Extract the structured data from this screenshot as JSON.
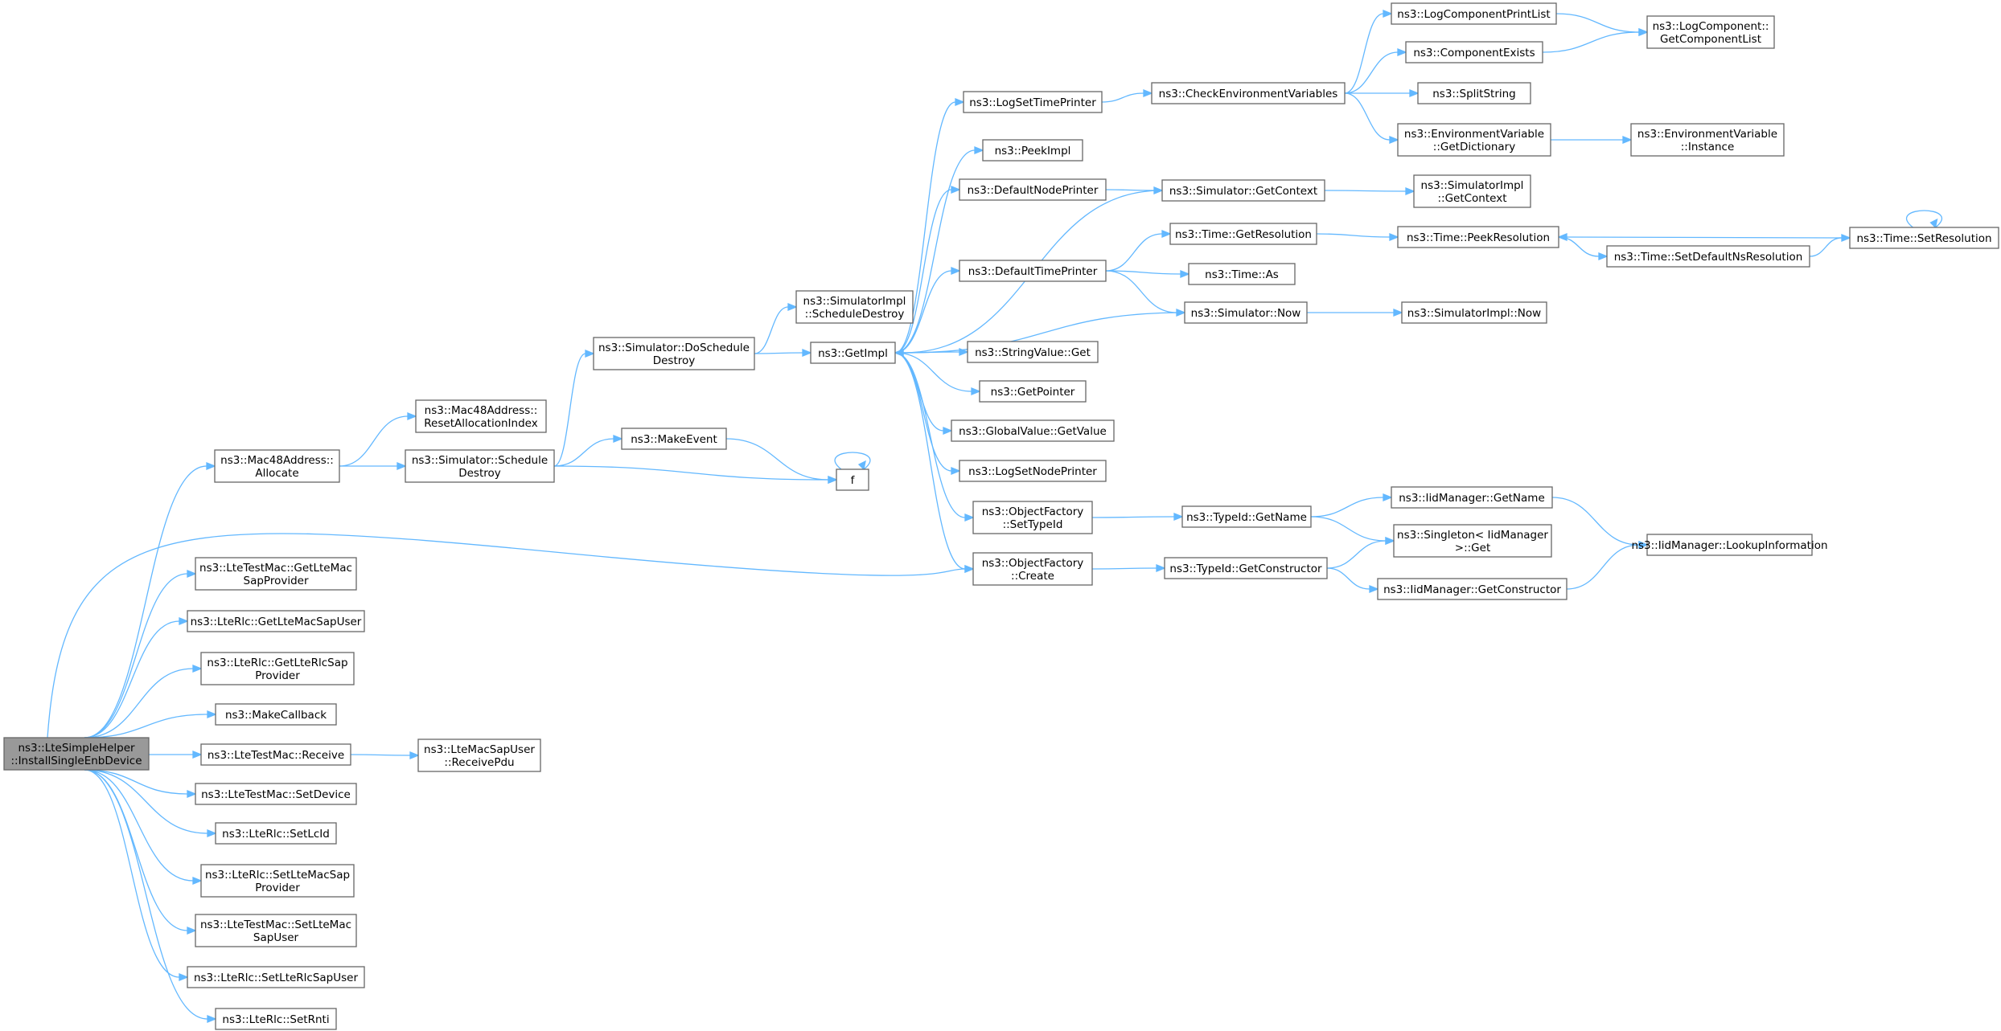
{
  "nodes": [
    {
      "id": "root",
      "lines": [
        "ns3::LteSimpleHelper",
        "::InstallSingleEnbDevice"
      ],
      "root": true
    },
    {
      "id": "mac48alloc",
      "lines": [
        "ns3::Mac48Address::",
        "Allocate"
      ]
    },
    {
      "id": "getltemacsap",
      "lines": [
        "ns3::LteTestMac::GetLteMac",
        "SapProvider"
      ]
    },
    {
      "id": "getltemacsapuser",
      "lines": [
        "ns3::LteRlc::GetLteMacSapUser"
      ]
    },
    {
      "id": "getlterlcsap",
      "lines": [
        "ns3::LteRlc::GetLteRlcSap",
        "Provider"
      ]
    },
    {
      "id": "makecallback",
      "lines": [
        "ns3::MakeCallback"
      ]
    },
    {
      "id": "ltetestmacreceive",
      "lines": [
        "ns3::LteTestMac::Receive"
      ]
    },
    {
      "id": "ltetestmacsetdevice",
      "lines": [
        "ns3::LteTestMac::SetDevice"
      ]
    },
    {
      "id": "setlcid",
      "lines": [
        "ns3::LteRlc::SetLcId"
      ]
    },
    {
      "id": "setltemacsap",
      "lines": [
        "ns3::LteRlc::SetLteMacSap",
        "Provider"
      ]
    },
    {
      "id": "setltemacsapuser",
      "lines": [
        "ns3::LteTestMac::SetLteMac",
        "SapUser"
      ]
    },
    {
      "id": "setlterlcsapuser",
      "lines": [
        "ns3::LteRlc::SetLteRlcSapUser"
      ]
    },
    {
      "id": "setrnti",
      "lines": [
        "ns3::LteRlc::SetRnti"
      ]
    },
    {
      "id": "resetalloc",
      "lines": [
        "ns3::Mac48Address::",
        "ResetAllocationIndex"
      ]
    },
    {
      "id": "schedDestroy",
      "lines": [
        "ns3::Simulator::Schedule",
        "Destroy"
      ]
    },
    {
      "id": "receivepdu",
      "lines": [
        "ns3::LteMacSapUser",
        "::ReceivePdu"
      ]
    },
    {
      "id": "doSchedDestroy",
      "lines": [
        "ns3::Simulator::DoSchedule",
        "Destroy"
      ]
    },
    {
      "id": "makeevent",
      "lines": [
        "ns3::MakeEvent"
      ]
    },
    {
      "id": "f",
      "lines": [
        "f"
      ]
    },
    {
      "id": "implSchedDestroy",
      "lines": [
        "ns3::SimulatorImpl",
        "::ScheduleDestroy"
      ]
    },
    {
      "id": "getimpl",
      "lines": [
        "ns3::GetImpl"
      ]
    },
    {
      "id": "logsettimeprinter",
      "lines": [
        "ns3::LogSetTimePrinter"
      ]
    },
    {
      "id": "peekimpl",
      "lines": [
        "ns3::PeekImpl"
      ]
    },
    {
      "id": "defaultnodeprinter",
      "lines": [
        "ns3::DefaultNodePrinter"
      ]
    },
    {
      "id": "defaulttimeprinter",
      "lines": [
        "ns3::DefaultTimePrinter"
      ]
    },
    {
      "id": "stringvalueget",
      "lines": [
        "ns3::StringValue::Get"
      ]
    },
    {
      "id": "getpointer",
      "lines": [
        "ns3::GetPointer"
      ]
    },
    {
      "id": "globalvaluegetvalue",
      "lines": [
        "ns3::GlobalValue::GetValue"
      ]
    },
    {
      "id": "logsetnodeprinter",
      "lines": [
        "ns3::LogSetNodePrinter"
      ]
    },
    {
      "id": "ofsettypeid",
      "lines": [
        "ns3::ObjectFactory",
        "::SetTypeId"
      ]
    },
    {
      "id": "ofcreate",
      "lines": [
        "ns3::ObjectFactory",
        "::Create"
      ]
    },
    {
      "id": "checkenv",
      "lines": [
        "ns3::CheckEnvironmentVariables"
      ]
    },
    {
      "id": "simgetcontext",
      "lines": [
        "ns3::Simulator::GetContext"
      ]
    },
    {
      "id": "timegetres",
      "lines": [
        "ns3::Time::GetResolution"
      ]
    },
    {
      "id": "timeas",
      "lines": [
        "ns3::Time::As"
      ]
    },
    {
      "id": "simnow",
      "lines": [
        "ns3::Simulator::Now"
      ]
    },
    {
      "id": "typeidgetname",
      "lines": [
        "ns3::TypeId::GetName"
      ]
    },
    {
      "id": "typeidgetctor",
      "lines": [
        "ns3::TypeId::GetConstructor"
      ]
    },
    {
      "id": "logcompprintlist",
      "lines": [
        "ns3::LogComponentPrintList"
      ]
    },
    {
      "id": "compexists",
      "lines": [
        "ns3::ComponentExists"
      ]
    },
    {
      "id": "splitstring",
      "lines": [
        "ns3::SplitString"
      ]
    },
    {
      "id": "envgetdict",
      "lines": [
        "ns3::EnvironmentVariable",
        "::GetDictionary"
      ]
    },
    {
      "id": "implgetcontext",
      "lines": [
        "ns3::SimulatorImpl",
        "::GetContext"
      ]
    },
    {
      "id": "timepeekres",
      "lines": [
        "ns3::Time::PeekResolution"
      ]
    },
    {
      "id": "timesetdefault",
      "lines": [
        "ns3::Time::SetDefaultNsResolution"
      ]
    },
    {
      "id": "implnow",
      "lines": [
        "ns3::SimulatorImpl::Now"
      ]
    },
    {
      "id": "iidgetname",
      "lines": [
        "ns3::IidManager::GetName"
      ]
    },
    {
      "id": "singletonget",
      "lines": [
        "ns3::Singleton< IidManager",
        ">::Get"
      ]
    },
    {
      "id": "iidgetctor",
      "lines": [
        "ns3::IidManager::GetConstructor"
      ]
    },
    {
      "id": "logcompgetlist",
      "lines": [
        "ns3::LogComponent::",
        "GetComponentList"
      ]
    },
    {
      "id": "envinstance",
      "lines": [
        "ns3::EnvironmentVariable",
        "::Instance"
      ]
    },
    {
      "id": "timesetres",
      "lines": [
        "ns3::Time::SetResolution"
      ]
    },
    {
      "id": "iidlookup",
      "lines": [
        "ns3::IidManager::LookupInformation"
      ]
    }
  ]
}
